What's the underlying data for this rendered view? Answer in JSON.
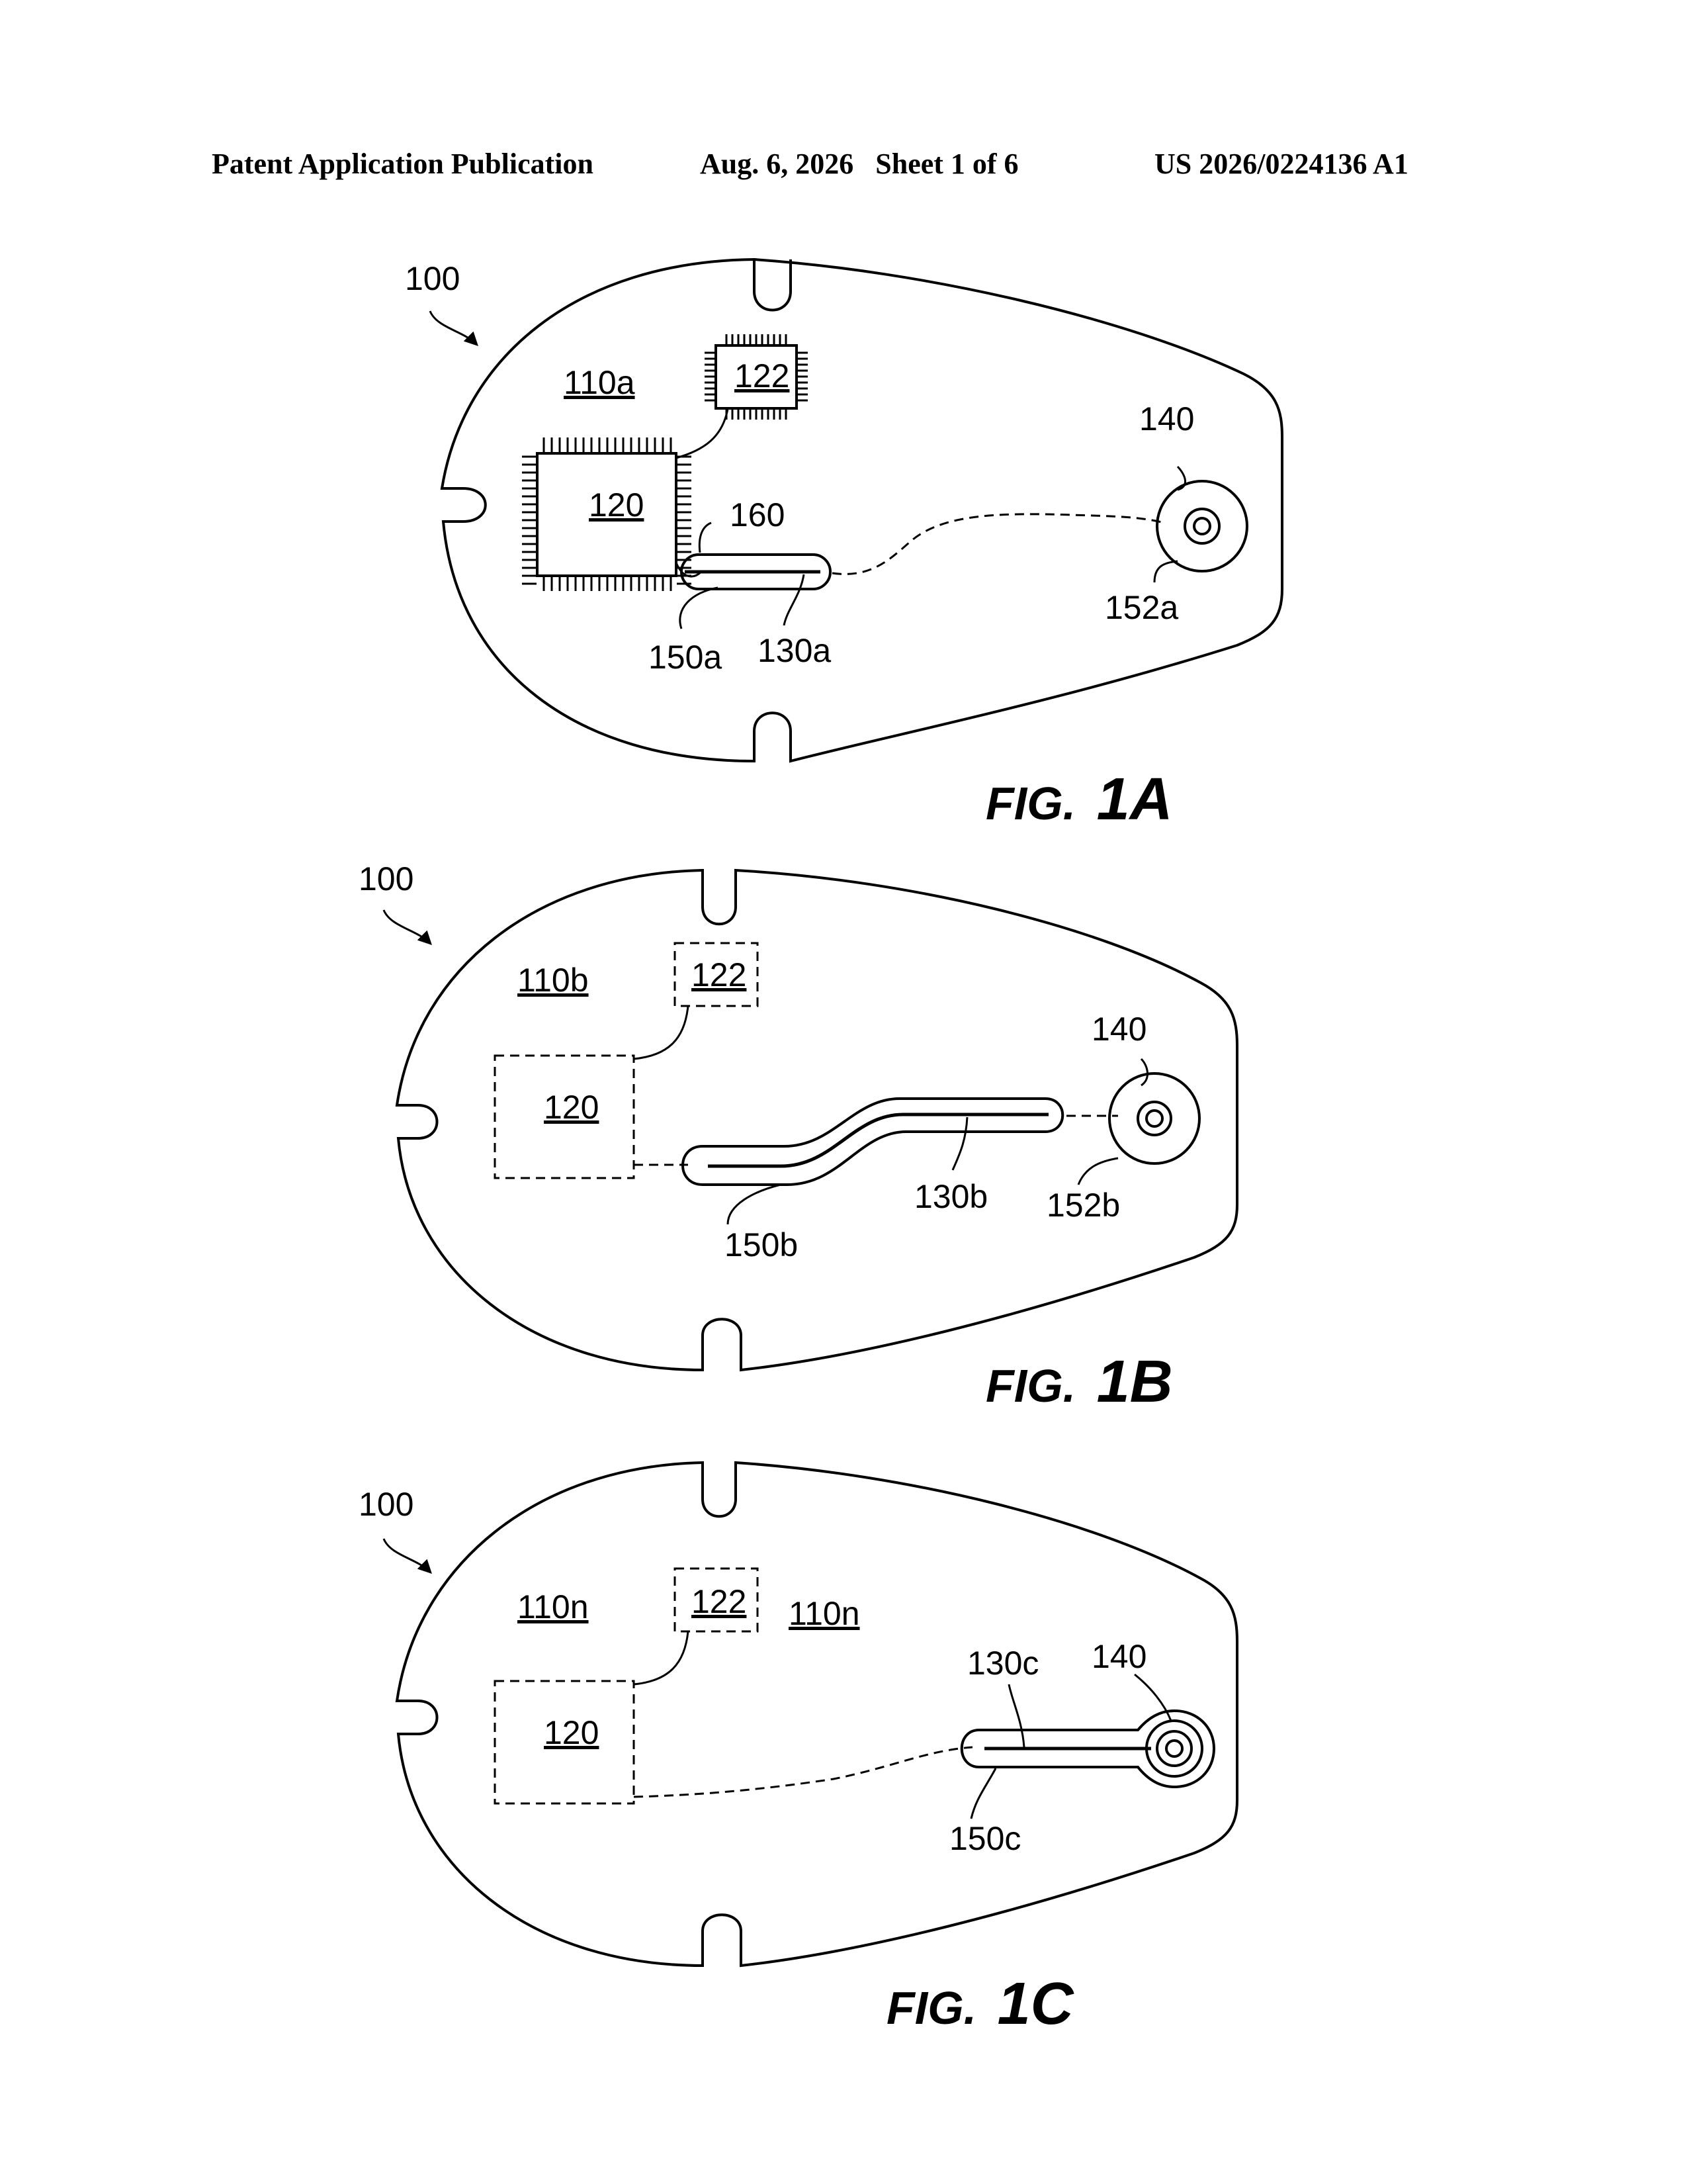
{
  "header": {
    "left": "Patent Application Publication",
    "date_sheet": "Aug. 6, 2026   Sheet 1 of 6",
    "number": "US 2026/0224136 A1"
  },
  "fig1a": {
    "caption_prefix": "FIG.",
    "caption_num": "1A",
    "ref_device": "100",
    "ref_region": "110a",
    "ref_chip_small": "122",
    "ref_chip_large": "120",
    "ref_160": "160",
    "ref_150": "150a",
    "ref_130": "130a",
    "ref_140": "140",
    "ref_152": "152a"
  },
  "fig1b": {
    "caption_prefix": "FIG.",
    "caption_num": "1B",
    "ref_device": "100",
    "ref_region": "110b",
    "ref_chip_small": "122",
    "ref_chip_large": "120",
    "ref_130": "130b",
    "ref_150": "150b",
    "ref_140": "140",
    "ref_152": "152b"
  },
  "fig1c": {
    "caption_prefix": "FIG.",
    "caption_num": "1C",
    "ref_device": "100",
    "ref_region_left": "110n",
    "ref_region_right": "110n",
    "ref_chip_small": "122",
    "ref_chip_large": "120",
    "ref_130": "130c",
    "ref_140": "140",
    "ref_150": "150c"
  }
}
